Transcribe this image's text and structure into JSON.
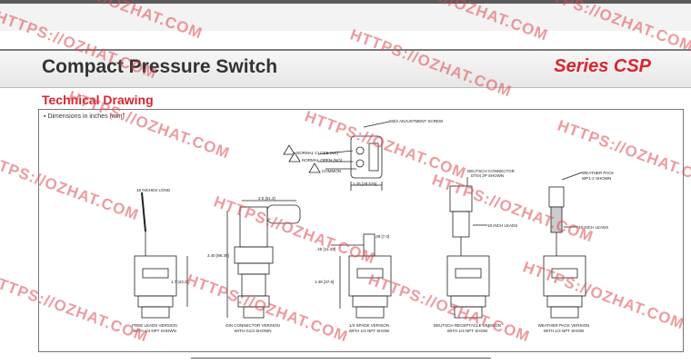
{
  "header": {
    "title": "Compact Pressure Switch",
    "series": "Series CSP"
  },
  "section": {
    "heading": "Technical Drawing"
  },
  "drawing": {
    "dimensions_note": "Dimensions in inches (mm)",
    "labels": {
      "adjust_screw": "M3/2 ADJUSTMENT SCREW",
      "normal_close": "NORMAL CLOSE (NC)",
      "normal_open": "NORMAL OPEN (NO)",
      "common": "COMMON",
      "dim_135": "1.35 [28.575]",
      "leads_long": "18 INCHES LONG",
      "deutsch": "DEUTSCH  CONNECTOR",
      "deutsch2": "DT04 2P SHOWN",
      "weather": "WEATHER PACK",
      "weather2": "WP1-2 SHOWN",
      "leads_v1": "18 INCH LEADS",
      "leads_v2": "18 INCH LEADS",
      "dim_20": "2.0 [51.3]",
      "dim_340": "3.40 [86.36]",
      "dim_17": "1.7 [43.2]",
      "dim_45": ".45 [11.43]",
      "dim_28": ".28 [7.0]",
      "dim_148": "1.48 [37.6]"
    },
    "captions": [
      {
        "line1": "FREE LEADS  VERSION",
        "line2": "WITH 1/4 NPT SHOWN"
      },
      {
        "line1": "DIN CONNECTOR VERSION",
        "line2": "WITH G1/4 SHOWN"
      },
      {
        "line1": "1/4 SPADE  VERSION",
        "line2": "WITH 1/4 NPT SHOW"
      },
      {
        "line1": "DEUTSCH RECEPTACLE VERSION",
        "line2": "WITH 1/4 NPT SHOW"
      },
      {
        "line1": "WEATHER PACK VERSION",
        "line2": "WITH 1/4 NPT SHOW"
      }
    ]
  },
  "watermark": {
    "text": "HTTPS://OZHAT.COM"
  },
  "colors": {
    "accent": "#d8252f",
    "title": "#333333",
    "watermark": "#de4850"
  }
}
